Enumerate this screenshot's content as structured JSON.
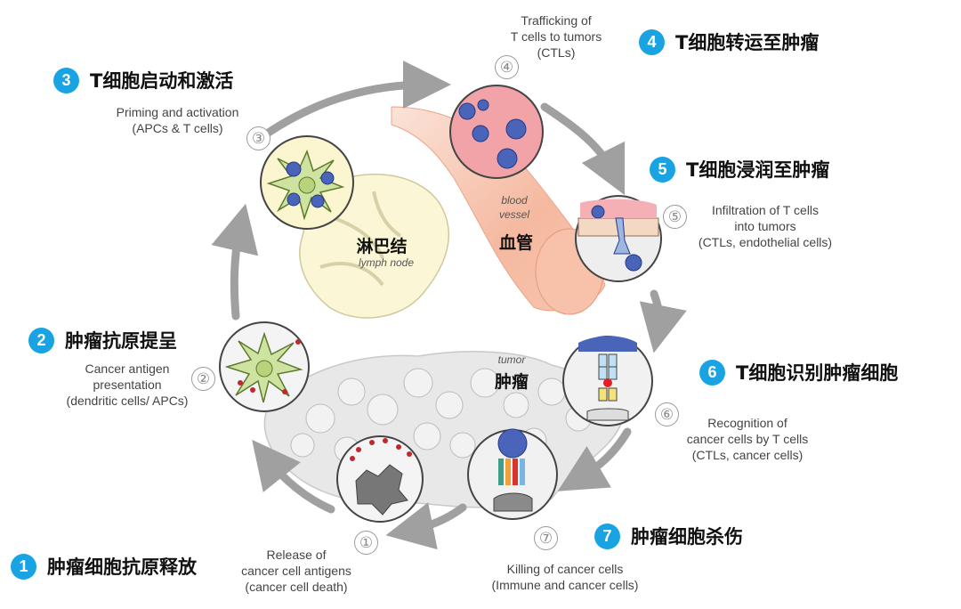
{
  "steps": [
    {
      "n": "1",
      "cn": "肿瘤细胞抗原释放",
      "en_lines": [
        "Release of",
        "cancer cell antigens",
        "(cancer cell death)"
      ],
      "circled": "①"
    },
    {
      "n": "2",
      "cn": "肿瘤抗原提呈",
      "en_lines": [
        "Cancer antigen",
        "presentation",
        "(dendritic cells/ APCs)"
      ],
      "circled": "②"
    },
    {
      "n": "3",
      "cn": "T细胞启动和激活",
      "en_lines": [
        "Priming and activation",
        "(APCs & T cells)"
      ],
      "circled": "③"
    },
    {
      "n": "4",
      "cn": "T细胞转运至肿瘤",
      "en_lines": [
        "Trafficking of",
        "T cells to tumors",
        "(CTLs)"
      ],
      "circled": "④"
    },
    {
      "n": "5",
      "cn": "T细胞浸润至肿瘤",
      "en_lines": [
        "Infiltration of T cells",
        "into tumors",
        "(CTLs, endothelial cells)"
      ],
      "circled": "⑤"
    },
    {
      "n": "6",
      "cn": "T细胞识别肿瘤细胞",
      "en_lines": [
        "Recognition of",
        "cancer cells by T cells",
        "(CTLs, cancer cells)"
      ],
      "circled": "⑥"
    },
    {
      "n": "7",
      "cn": "肿瘤细胞杀伤",
      "en_lines": [
        "Killing of cancer cells",
        "(Immune and cancer cells)"
      ],
      "circled": "⑦"
    }
  ],
  "labels": {
    "lymph_cn": "淋巴结",
    "lymph_en": "lymph node",
    "blood_cn": "血管",
    "blood_en_1": "blood",
    "blood_en_2": "vessel",
    "tumor_cn": "肿瘤",
    "tumor_en": "tumor"
  },
  "colors": {
    "badge": "#1aa3e3",
    "arrow": "#a0a0a0",
    "vessel": "#f4b39b",
    "lymph": "#fbf7d6",
    "tumor": "#e6e6e6"
  }
}
